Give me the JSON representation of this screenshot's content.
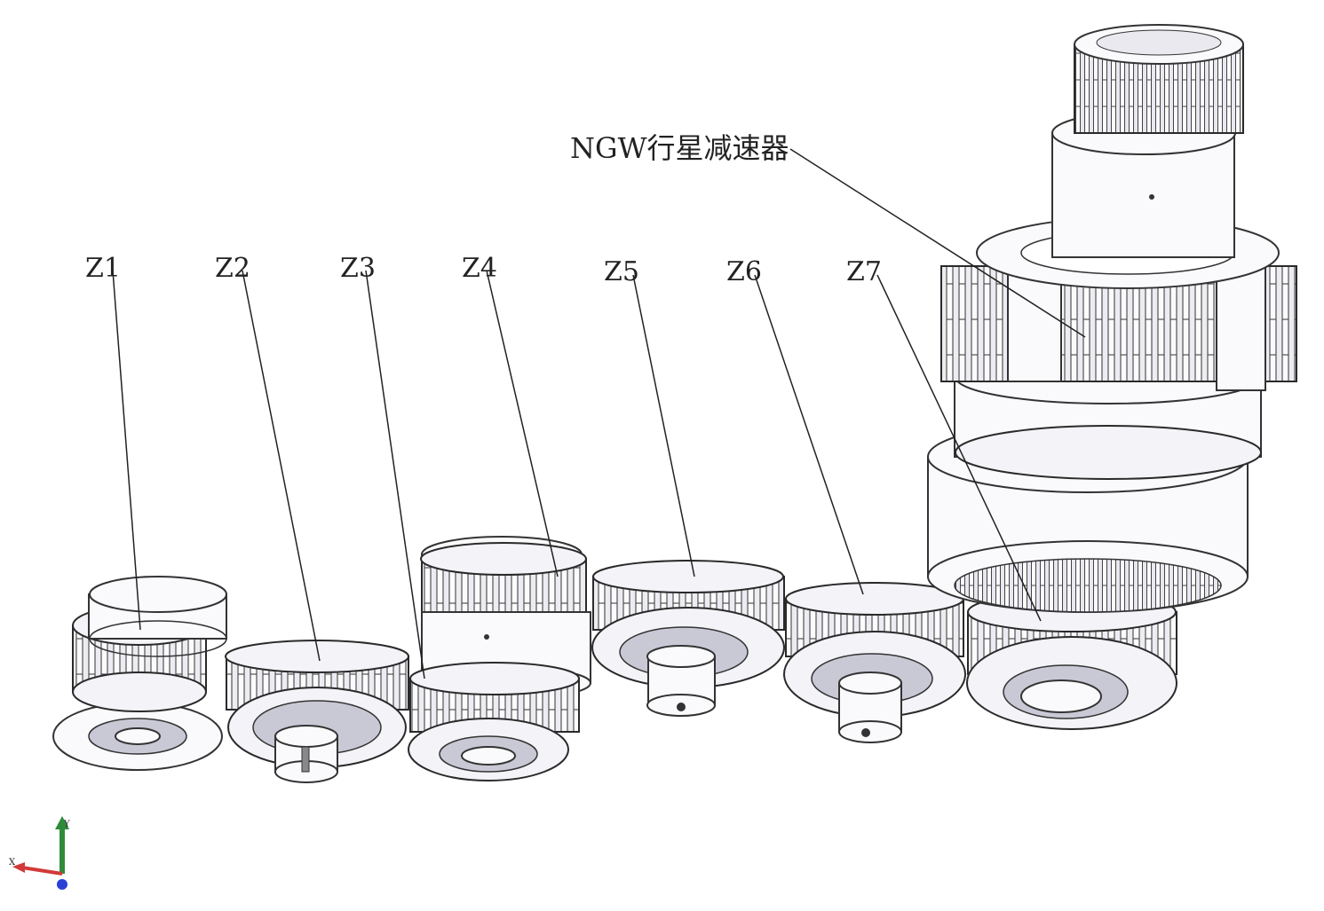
{
  "labels": {
    "z1": "Z1",
    "z2": "Z2",
    "z3": "Z3",
    "z4": "Z4",
    "z5": "Z5",
    "z6": "Z6",
    "z7": "Z7",
    "ngw": "NGW行星减速器"
  },
  "axis_triad": {
    "y_label": "Y",
    "x_label": "X",
    "colors": {
      "y": "#2e8b3a",
      "x": "#d23a3a",
      "z": "#2a3fd6"
    }
  }
}
